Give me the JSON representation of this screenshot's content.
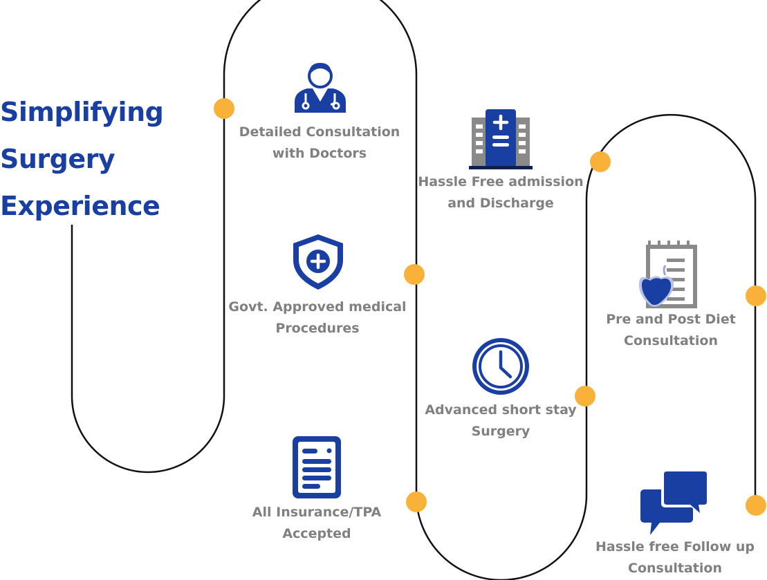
{
  "title": {
    "line1": "Simplifying",
    "line2": "Surgery",
    "line3": "Experience"
  },
  "colors": {
    "primary": "#1a3fa3",
    "accent_dot": "#f8b23a",
    "label_text": "#808080",
    "path_line": "#111111",
    "icon_gray": "#8a8a8a"
  },
  "steps": [
    {
      "icon": "doctor-icon",
      "line1": "Detailed Consultation",
      "line2": "with Doctors"
    },
    {
      "icon": "shield-plus-icon",
      "line1": "Govt. Approved medical",
      "line2": "Procedures"
    },
    {
      "icon": "document-icon",
      "line1": "All Insurance/TPA",
      "line2": "Accepted"
    },
    {
      "icon": "hospital-icon",
      "line1": "Hassle Free admission",
      "line2": "and Discharge"
    },
    {
      "icon": "clock-icon",
      "line1": "Advanced short stay",
      "line2": "Surgery"
    },
    {
      "icon": "diet-notepad-icon",
      "line1": "Pre and Post Diet",
      "line2": "Consultation"
    },
    {
      "icon": "chat-bubbles-icon",
      "line1": "Hassle free Follow up",
      "line2": "Consultation"
    }
  ]
}
